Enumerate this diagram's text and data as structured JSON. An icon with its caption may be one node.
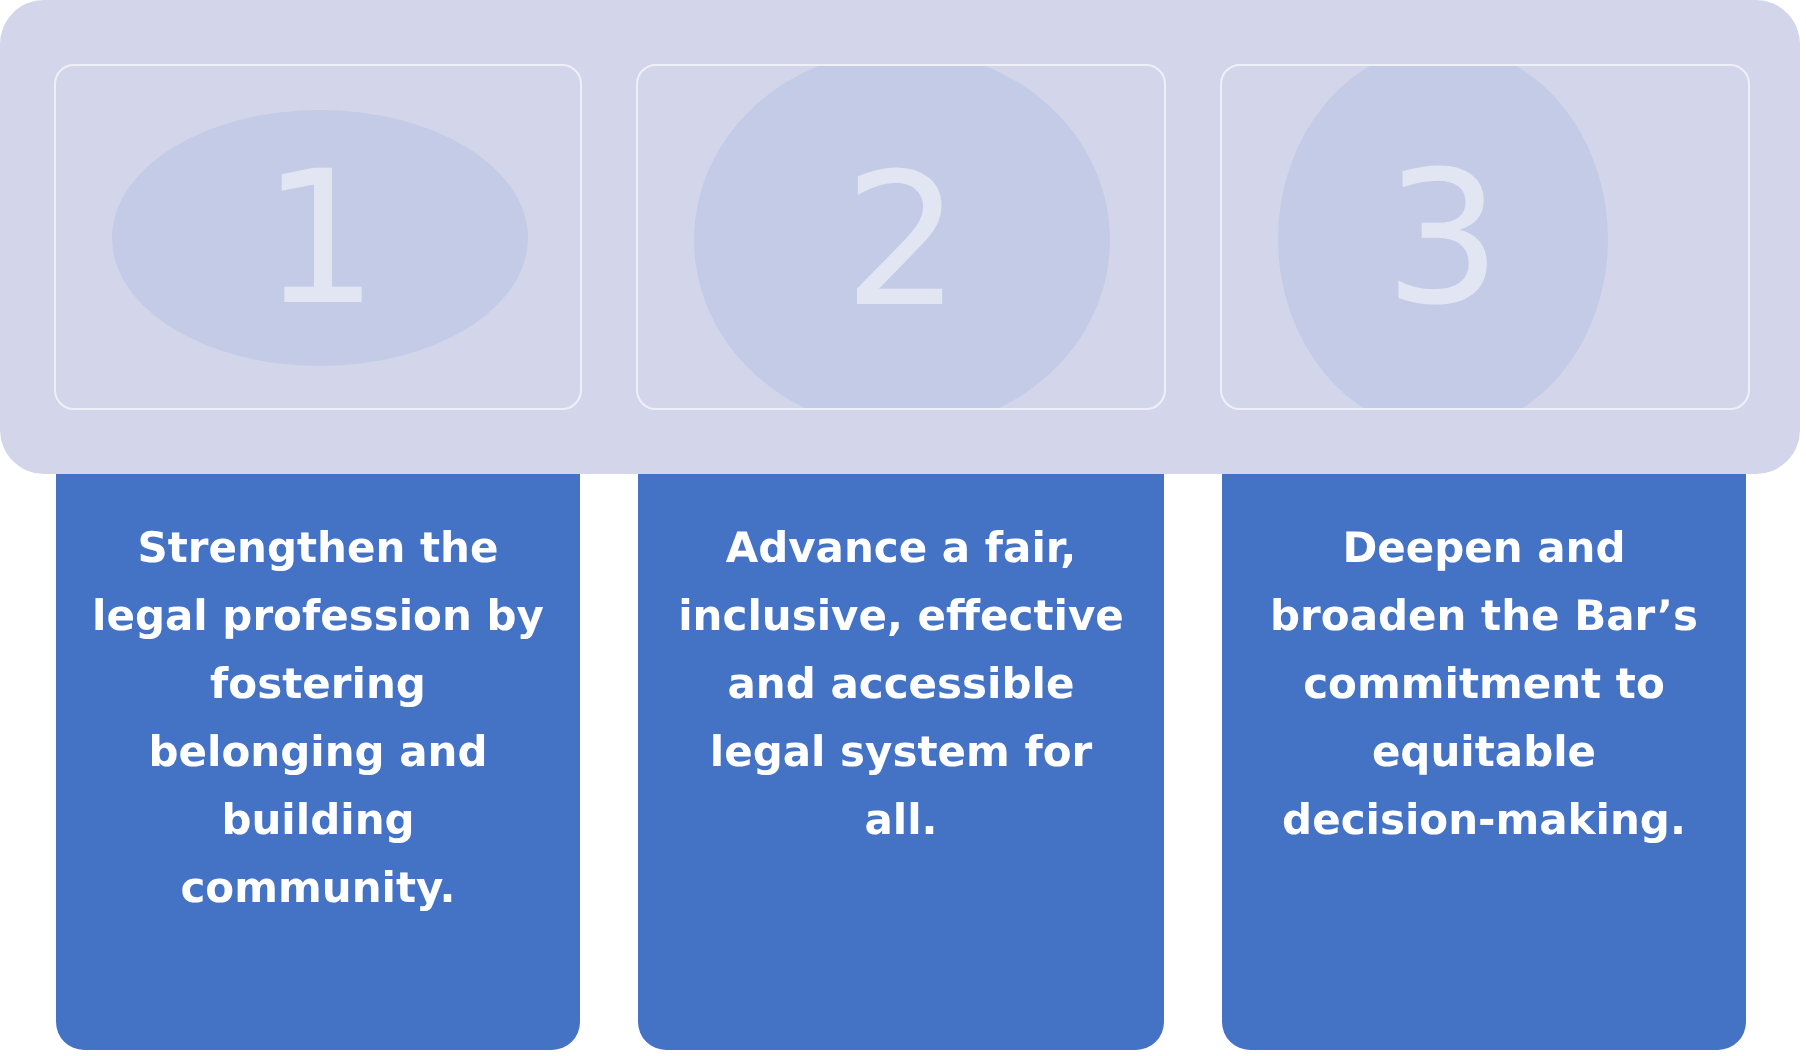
{
  "diagram": {
    "nodes": [
      {
        "text": [],
        "shape": "box"
      },
      {
        "text": [],
        "shape": "box",
        "in": 0
      },
      {
        "text": [
          "1"
        ],
        "in": 1
      },
      {
        "text": [
          "Strengthen the legal profession by fostering belonging and building community."
        ]
      },
      {
        "text": [],
        "shape": "box",
        "in": 0
      },
      {
        "text": [
          "2"
        ],
        "in": 4
      },
      {
        "text": [
          "Advance a fair, inclusive, effective and accessible legal system for all."
        ]
      },
      {
        "text": [],
        "shape": "box",
        "in": 0
      },
      {
        "text": [
          "3"
        ],
        "in": 7
      },
      {
        "text": [
          "Deepen and broaden the Bar’s commitment to equitable decision-making."
        ]
      }
    ],
    "edges": []
  }
}
